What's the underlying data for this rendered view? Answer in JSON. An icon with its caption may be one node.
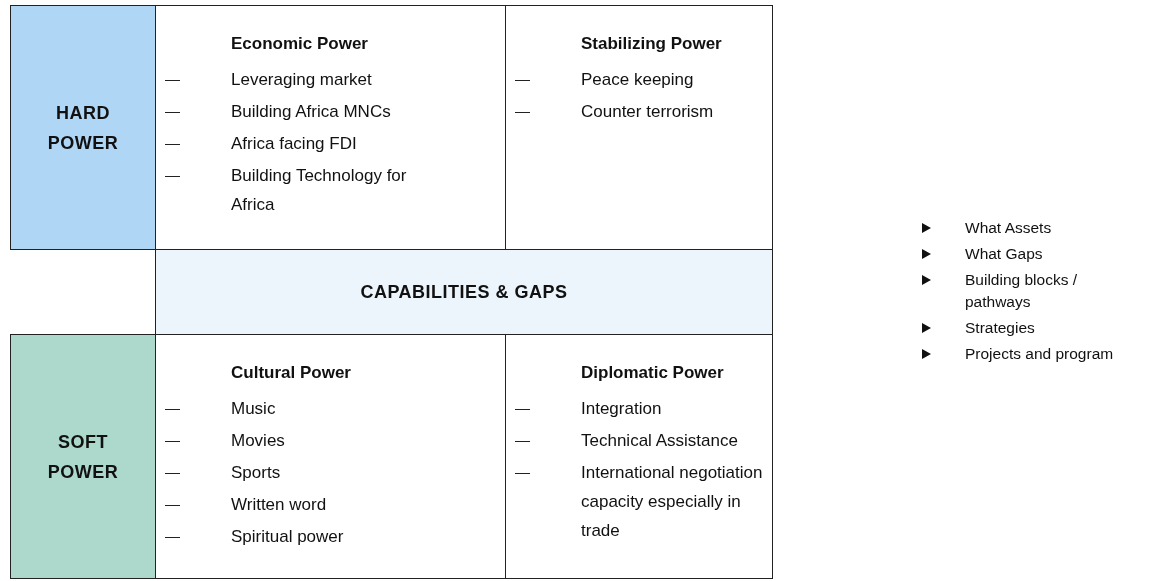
{
  "diagram": {
    "nodes": [
      {
        "text": [
          "HARD POWER"
        ]
      },
      {
        "text": [
          "Economic Power",
          "Leveraging market",
          "Building Africa MNCs",
          "Africa facing FDI",
          "Building Technology for Africa"
        ]
      },
      {
        "text": [
          "Stabilizing Power",
          "Peace keeping",
          "Counter terrorism"
        ]
      },
      {
        "text": [
          "CAPABILITIES & GAPS"
        ]
      },
      {
        "text": [
          "SOFT POWER"
        ]
      },
      {
        "text": [
          "Cultural Power",
          "Music",
          "Movies",
          "Sports",
          "Written word",
          "Spiritual power"
        ]
      },
      {
        "text": [
          "Diplomatic Power",
          "Integration",
          "Technical Assistance",
          "International negotiation capacity especially in trade"
        ]
      }
    ],
    "labels": [
      "What Assets",
      "What Gaps",
      "Building blocks / pathways",
      "Strategies",
      "Projects and program"
    ]
  }
}
